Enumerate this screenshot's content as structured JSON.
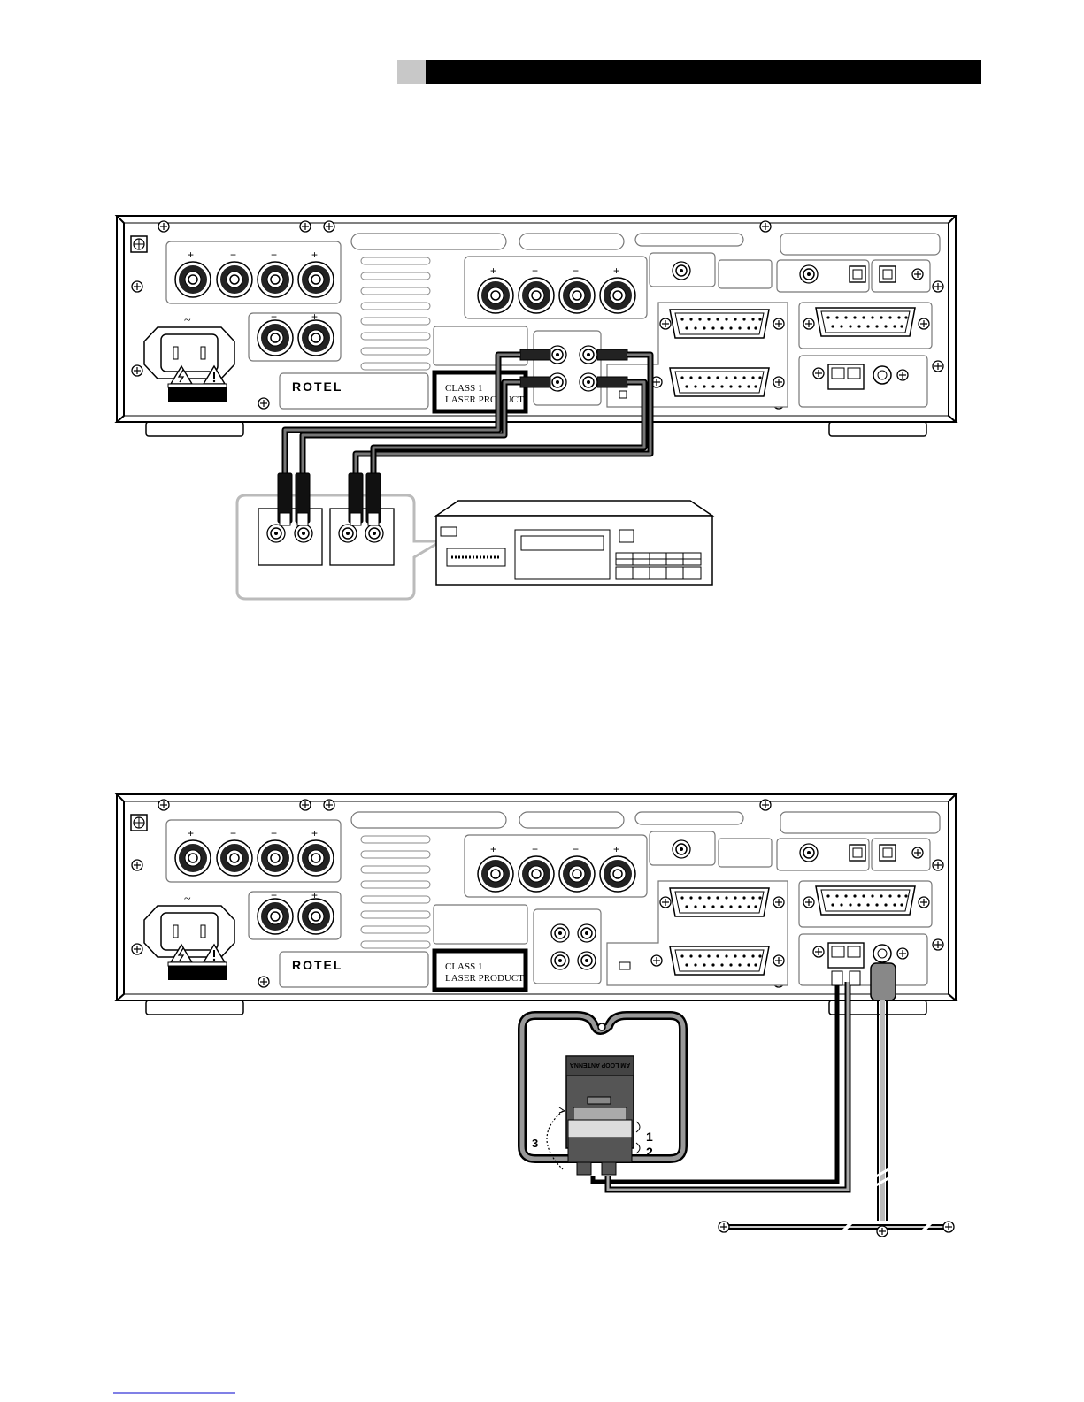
{
  "header": {
    "bar_color": "#000000",
    "tab_color": "#c8c8c8"
  },
  "colors": {
    "cable_dark": "#1a1a1a",
    "cable_light": "#9a9a9a",
    "line": "#000000",
    "panel_outline": "#777777"
  },
  "figure1": {
    "brand": "ROTEL",
    "laser_label": {
      "line1": "CLASS 1",
      "line2": "LASER PRODUCT"
    },
    "polarity": {
      "plus": "+",
      "minus": "−"
    },
    "ac_symbol": "~",
    "icons": [
      "lightning-icon",
      "warning-triangle-icon",
      "ground-icon"
    ]
  },
  "figure2": {
    "brand": "ROTEL",
    "laser_label": {
      "line1": "CLASS 1",
      "line2": "LASER PRODUCT"
    },
    "polarity": {
      "plus": "+",
      "minus": "−"
    },
    "ac_symbol": "~",
    "antenna_label": "AM LOOP ANTENNA",
    "steps": [
      "1",
      "2",
      "3"
    ]
  }
}
